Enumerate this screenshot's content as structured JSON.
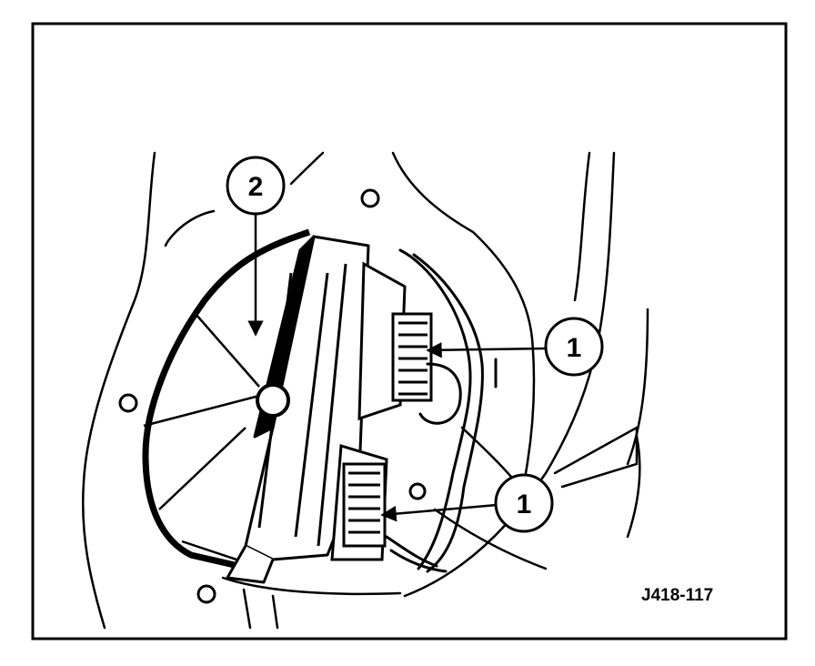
{
  "figure": {
    "id": "J418-117",
    "callouts": [
      "1",
      "1",
      "2"
    ]
  },
  "colors": {
    "line": "#000000",
    "background": "#ffffff"
  }
}
